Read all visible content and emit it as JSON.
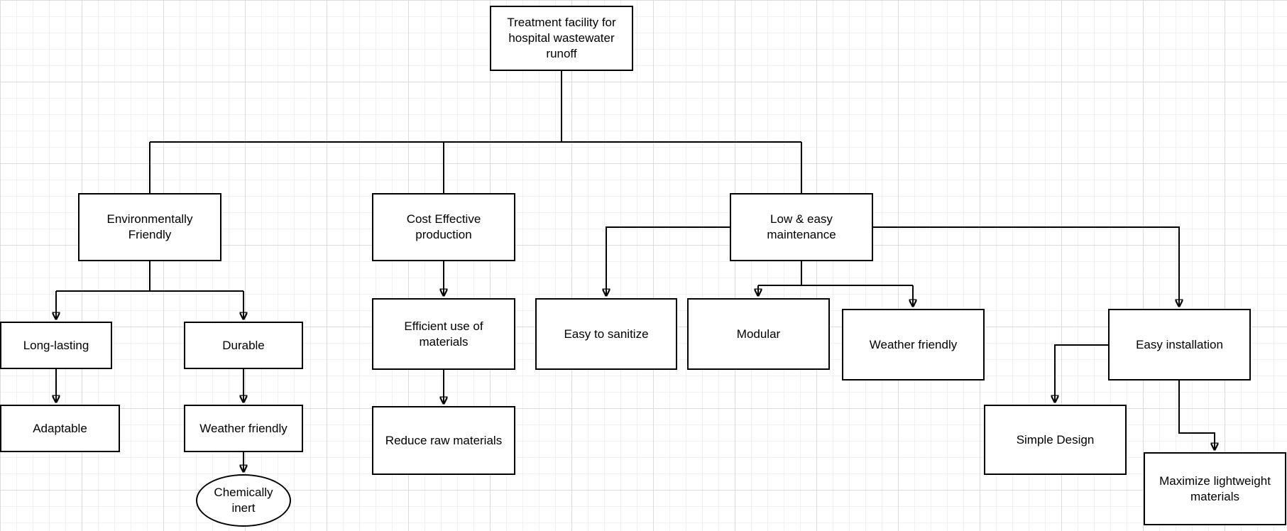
{
  "diagram": {
    "type": "tree",
    "style": {
      "node_border_color": "#000000",
      "node_fill_color": "#ffffff",
      "edge_color": "#000000",
      "grid_minor_color": "#eef0f1",
      "grid_major_color": "#d9dcde",
      "background_color": "#ffffff"
    },
    "nodes": {
      "root": {
        "label": "Treatment facility for hospital wastewater runoff",
        "shape": "rect"
      },
      "env": {
        "label": "Environmentally Friendly",
        "shape": "rect"
      },
      "cost": {
        "label": "Cost Effective production",
        "shape": "rect"
      },
      "maint": {
        "label": "Low & easy maintenance",
        "shape": "rect"
      },
      "long": {
        "label": "Long-lasting",
        "shape": "rect"
      },
      "durable": {
        "label": "Durable",
        "shape": "rect"
      },
      "adaptable": {
        "label": "Adaptable",
        "shape": "rect"
      },
      "weather_env": {
        "label": "Weather friendly",
        "shape": "rect"
      },
      "chem": {
        "label": "Chemically inert",
        "shape": "ellipse"
      },
      "efficient": {
        "label": "Efficient use of materials",
        "shape": "rect"
      },
      "reduce": {
        "label": "Reduce raw materials",
        "shape": "rect"
      },
      "sanitize": {
        "label": "Easy to sanitize",
        "shape": "rect"
      },
      "modular": {
        "label": "Modular",
        "shape": "rect"
      },
      "weather_maint": {
        "label": "Weather friendly",
        "shape": "rect"
      },
      "install": {
        "label": "Easy installation",
        "shape": "rect"
      },
      "simple": {
        "label": "Simple Design",
        "shape": "rect"
      },
      "maximize": {
        "label": "Maximize lightweight materials",
        "shape": "rect"
      }
    },
    "edges": [
      {
        "from": "root",
        "to": "env",
        "arrow": false
      },
      {
        "from": "root",
        "to": "cost",
        "arrow": false
      },
      {
        "from": "root",
        "to": "maint",
        "arrow": false
      },
      {
        "from": "env",
        "to": "long",
        "arrow": true
      },
      {
        "from": "env",
        "to": "durable",
        "arrow": true
      },
      {
        "from": "long",
        "to": "adaptable",
        "arrow": true
      },
      {
        "from": "durable",
        "to": "weather_env",
        "arrow": true
      },
      {
        "from": "weather_env",
        "to": "chem",
        "arrow": true
      },
      {
        "from": "cost",
        "to": "efficient",
        "arrow": true
      },
      {
        "from": "efficient",
        "to": "reduce",
        "arrow": true
      },
      {
        "from": "maint",
        "to": "sanitize",
        "arrow": true
      },
      {
        "from": "maint",
        "to": "modular",
        "arrow": true
      },
      {
        "from": "maint",
        "to": "weather_maint",
        "arrow": true
      },
      {
        "from": "maint",
        "to": "install",
        "arrow": true
      },
      {
        "from": "install",
        "to": "simple",
        "arrow": true
      },
      {
        "from": "install",
        "to": "maximize",
        "arrow": true
      }
    ]
  }
}
